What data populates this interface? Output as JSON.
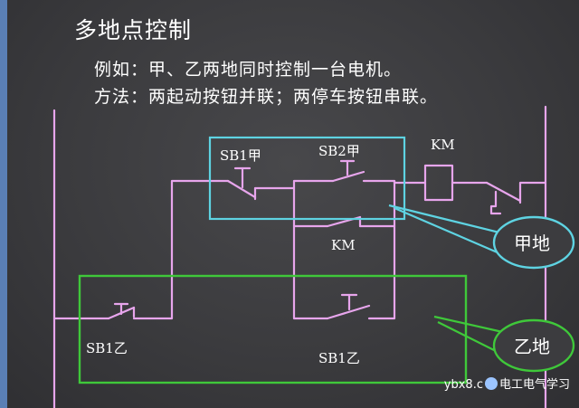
{
  "title": "多地点控制",
  "example_line": "例如：甲、乙两地同时控制一台电机。",
  "method_line": "方法：两起动按钮并联；两停车按钮串联。",
  "labels": {
    "sb1_jia": "SB1甲",
    "sb2_jia": "SB2甲",
    "km_top": "KM",
    "km_contact": "KM",
    "sb1_yi_left": "SB1乙",
    "sb1_yi_bottom": "SB1乙"
  },
  "callouts": {
    "jia": "甲地",
    "yi": "乙地"
  },
  "watermark": {
    "left": "ybx8.c",
    "right": "电工电气学习"
  },
  "colors": {
    "wire": "#e7a5ec",
    "jia_box": "#5ed3e2",
    "yi_box": "#3fc83a",
    "text": "#ffffff",
    "background": "#3c3c3f"
  }
}
